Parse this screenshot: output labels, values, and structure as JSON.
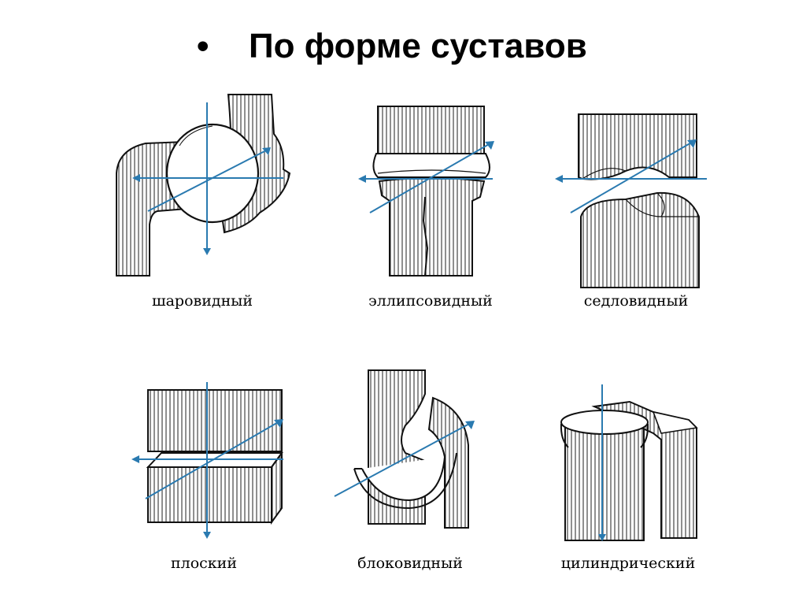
{
  "title": {
    "bullet": "•",
    "text": "По форме суставов"
  },
  "colors": {
    "axis": "#2a7ab0",
    "ink": "#111111",
    "hatch": "#333333"
  },
  "joints": [
    {
      "id": "spherical",
      "caption": "шаровидный"
    },
    {
      "id": "ellipsoid",
      "caption": "эллипсовидный"
    },
    {
      "id": "saddle",
      "caption": "седловидный"
    },
    {
      "id": "plane",
      "caption": "плоский"
    },
    {
      "id": "trochlear",
      "caption": "блоковидный"
    },
    {
      "id": "cylindrical",
      "caption": "цилиндрический"
    }
  ]
}
